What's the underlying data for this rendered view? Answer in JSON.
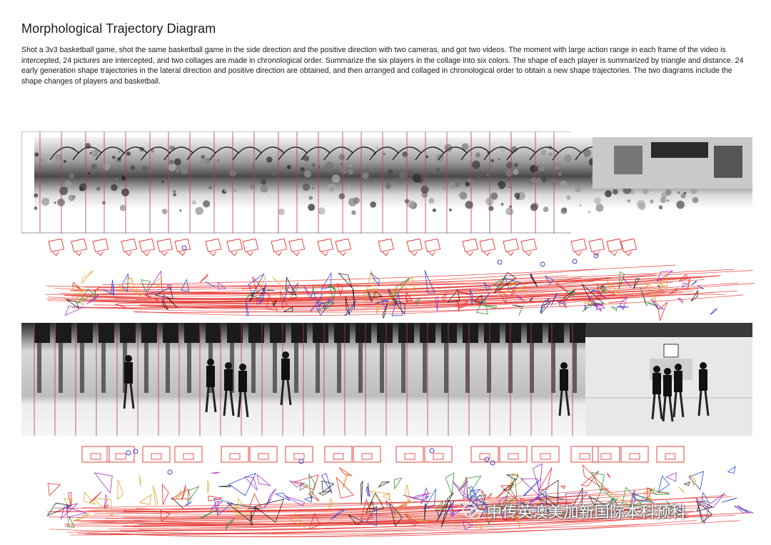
{
  "title": "Morphological Trajectory Diagram",
  "description": "Shot a 3v3 basketball game, shot the same basketball game in the side direction and the positive direction with two cameras, and got two videos. The moment with large action range in each frame of the video is intercepted, 24 pictures are intercepted, and two collages are made in chronological order. Summarize the six players in the collage into six colors. The shape of each player is summarized by triangle and distance. 24 early generation shape trajectories in the lateral direction and positive direction are obtained, and then arranged and collaged in chronological order to obtain a new shape trajectories. The two diagrams include the shape changes of players and basketball.",
  "collages": {
    "side": {
      "frame_count": 24,
      "tone": "grayscale"
    },
    "front": {
      "frame_count": 24,
      "tone": "grayscale"
    }
  },
  "colors": {
    "players": [
      "#e52222",
      "#2a8a2a",
      "#1f3fd0",
      "#e0a020",
      "#9a2ac0",
      "#1a1a1a"
    ],
    "trajectory": "#e3312b",
    "hoop": "#e3312b",
    "ball": "#4a3fd0"
  },
  "watermark": {
    "text": "中传英澳美加新国际本科预科",
    "icon": "wechat-logo-icon"
  }
}
